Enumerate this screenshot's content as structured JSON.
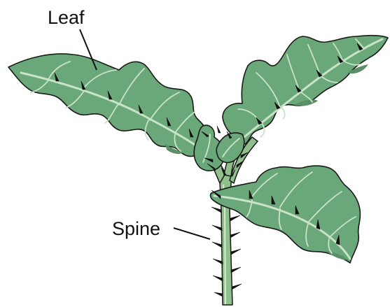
{
  "labels": {
    "leaf": "Leaf",
    "spine": "Spine"
  },
  "colors": {
    "leaf_fill": "#6aa87a",
    "leaf_shadow": "#5a8f68",
    "vein": "#c9e3c6",
    "stem_fill": "#8fc08b",
    "outline": "#1a1a1a",
    "spine": "#111111",
    "background": "#ffffff"
  },
  "parts": [
    "left-leaf",
    "upper-right-leaf",
    "lower-right-leaf",
    "center-bud",
    "stem",
    "spines"
  ]
}
